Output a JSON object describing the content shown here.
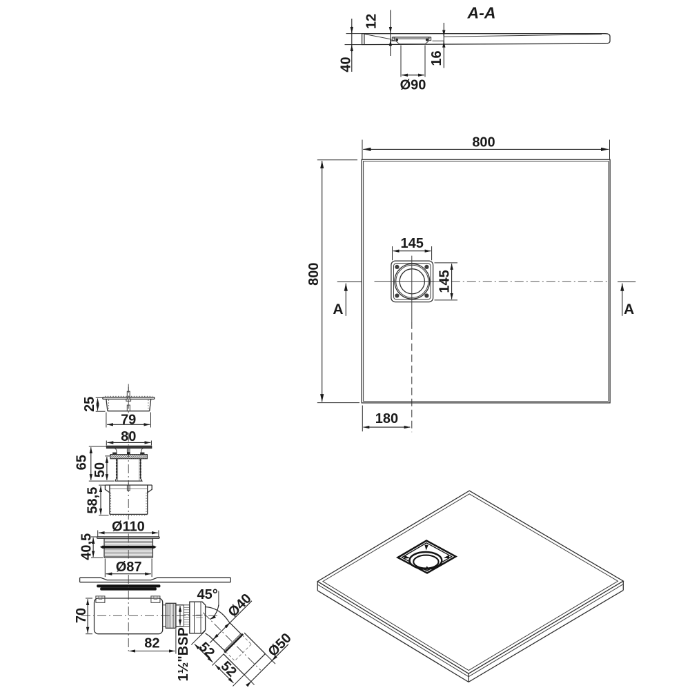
{
  "drawing": {
    "background": "#ffffff",
    "line_color": "#2e2e2e",
    "text_color": "#1a1a1a",
    "section_view": {
      "label": "A-A",
      "dim_recess_depth": "12",
      "dim_total_height": "40",
      "dim_drain_depth": "16",
      "dim_drain_hole_dia": "Ø90"
    },
    "plan_view": {
      "dim_width": "800",
      "dim_depth": "800",
      "dim_drain_width": "145",
      "dim_drain_height": "145",
      "dim_drain_offset": "180",
      "section_marker_left": "A",
      "section_marker_right": "A"
    },
    "waste_kit": {
      "cover_cap": {
        "dim_height": "25",
        "dim_width": "79"
      },
      "clamp_flange": {
        "dim_width": "80",
        "dim_total_height": "65",
        "dim_body_height": "50"
      },
      "extension_sleeve": {
        "dim_height": "58,5"
      },
      "rubber_seal": {
        "dim_outer_dia": "Ø110",
        "dim_height": "40,5",
        "dim_inner_dia": "Ø87"
      },
      "trap": {
        "dim_height": "70",
        "dim_length": "82",
        "dim_thread": "1½\"BSP",
        "dim_elbow_angle": "45°",
        "dim_pipe_dia": "Ø40",
        "dim_outlet_dia": "Ø50",
        "dim_segment_1": "52",
        "dim_segment_2": "52"
      }
    }
  }
}
